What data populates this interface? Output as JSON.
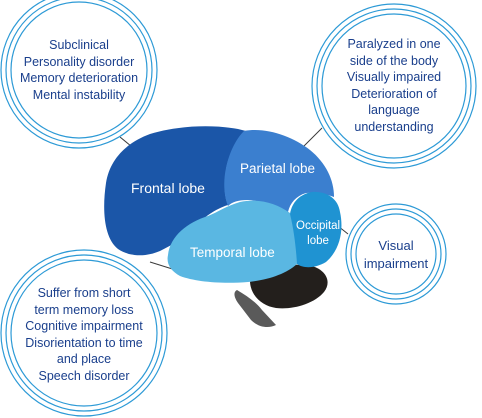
{
  "lobes": {
    "frontal": {
      "label": "Frontal lobe",
      "color": "#1b56a8"
    },
    "parietal": {
      "label": "Parietal lobe",
      "color": "#3b7fcf"
    },
    "temporal": {
      "label": "Temporal lobe",
      "color": "#5ab7e2"
    },
    "occipital": {
      "label": [
        "Occipital",
        "lobe"
      ],
      "color": "#1f93d2"
    },
    "cerebellum": {
      "color": "#231f1c"
    },
    "brainstem": {
      "color": "#5a5a5a"
    }
  },
  "callouts": {
    "frontal": [
      "Subclinical",
      "Personality disorder",
      "Memory deterioration",
      "Mental instability"
    ],
    "parietal": [
      "Paralyzed in one",
      "side of the body",
      "Visually impaired",
      "Deterioration of",
      "language",
      "understanding"
    ],
    "occipital": [
      "Visual",
      "impairment"
    ],
    "temporal": [
      "Suffer from short",
      "term memory loss",
      "Cognitive impairment",
      "Disorientation to time",
      "and place",
      "Speech disorder"
    ]
  },
  "colors": {
    "ring": "#2d9ad6",
    "connector": "#3a3a3a",
    "callout_text": "#1a3f8c"
  }
}
